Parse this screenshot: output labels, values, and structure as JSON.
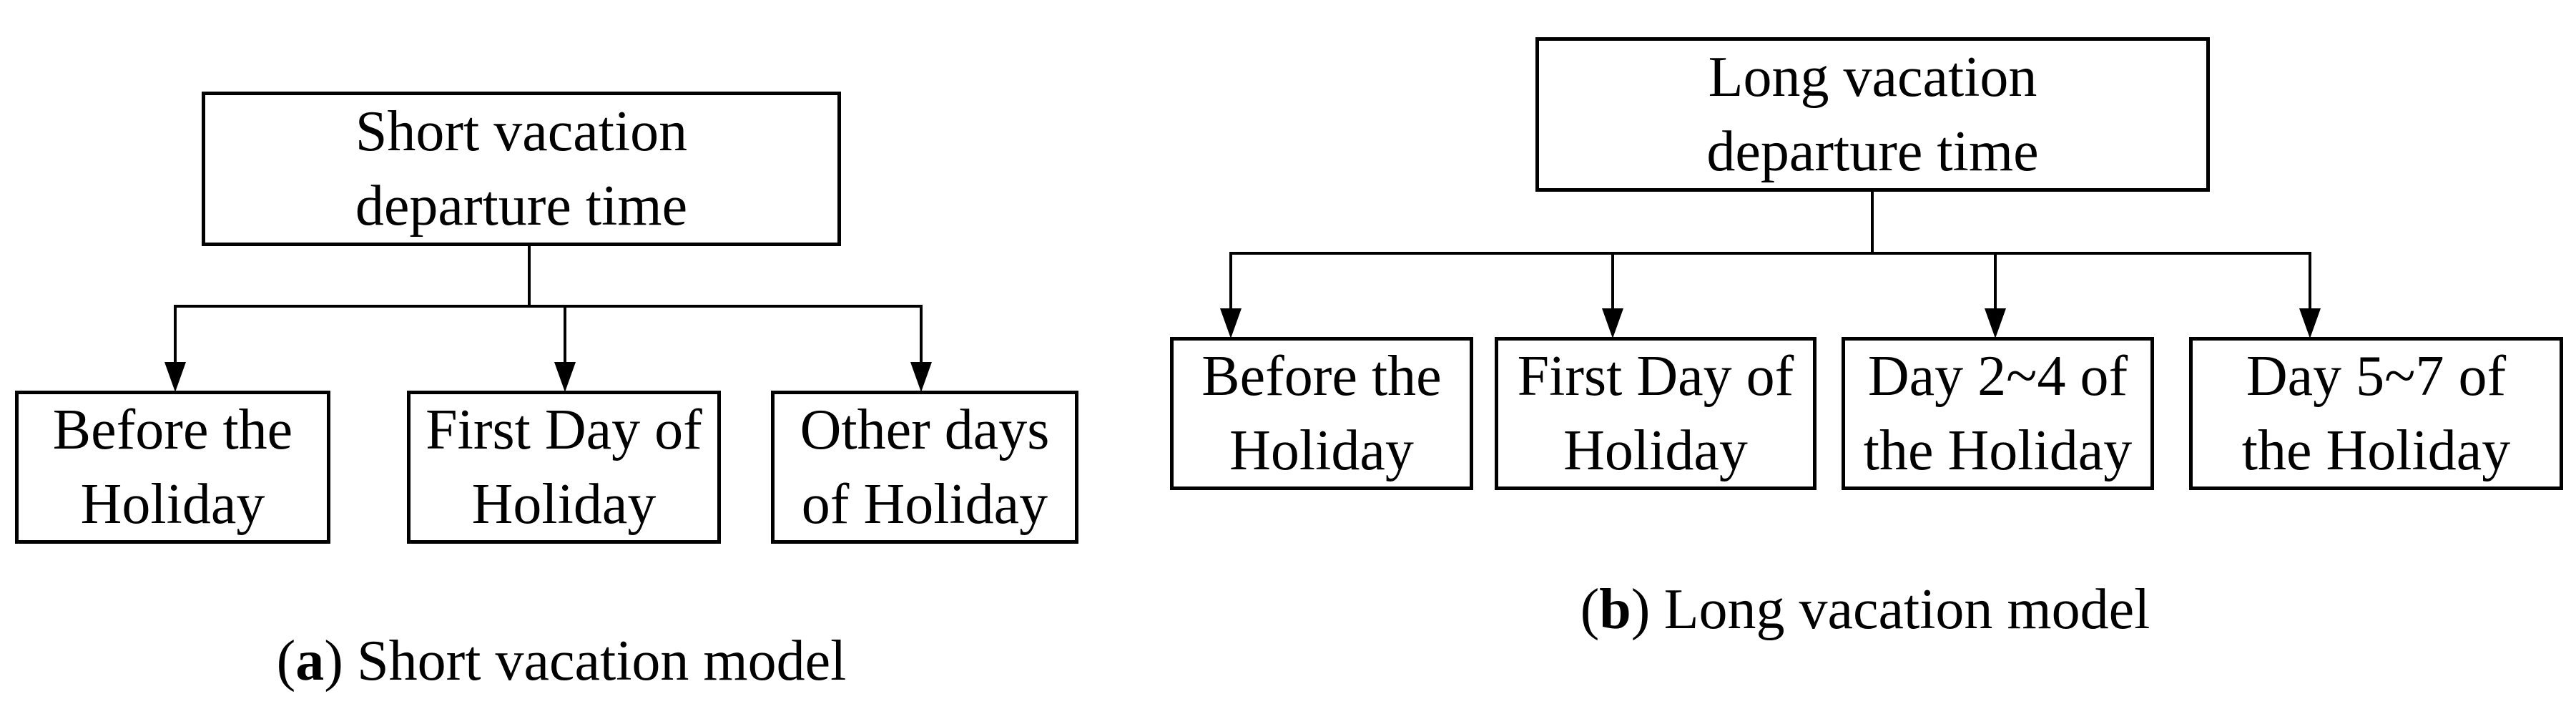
{
  "figure": {
    "colors": {
      "line": "#000000",
      "text": "#000000",
      "background": "#ffffff"
    },
    "panels": [
      {
        "id": "a",
        "root": "Short vacation\ndeparture time",
        "children": [
          "Before the\nHoliday",
          "First Day of\nHoliday",
          "Other days\nof Holiday"
        ],
        "caption": {
          "open": "(",
          "letter": "a",
          "close": ")",
          "text": "Short vacation model"
        }
      },
      {
        "id": "b",
        "root": "Long vacation\ndeparture time",
        "children": [
          "Before the\nHoliday",
          "First Day of\nHoliday",
          "Day 2~4 of\nthe Holiday",
          "Day 5~7 of\nthe Holiday"
        ],
        "caption": {
          "open": "(",
          "letter": "b",
          "close": ")",
          "text": "Long vacation model"
        }
      }
    ]
  }
}
